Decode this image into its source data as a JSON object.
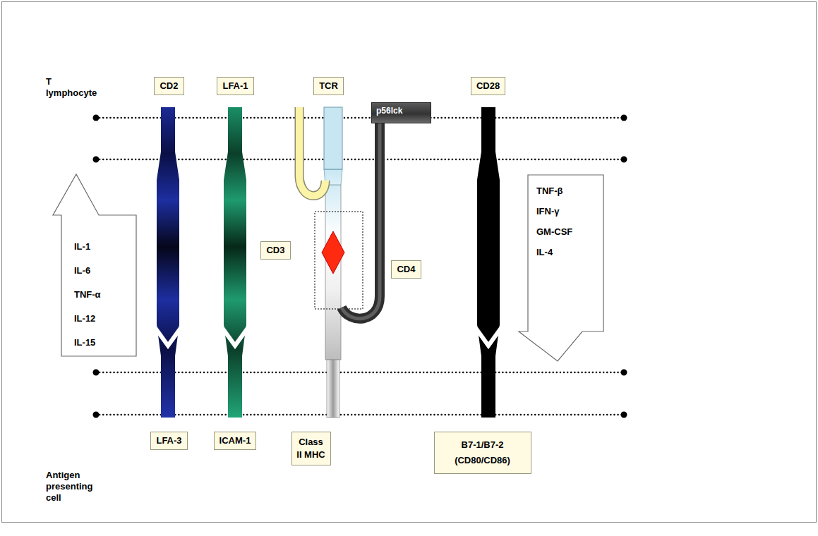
{
  "diagram": {
    "nodes": [
      {
        "text": [
          "CD2"
        ]
      },
      {
        "text": [
          "LFA-1"
        ]
      },
      {
        "text": [
          "TCR"
        ]
      },
      {
        "text": [
          "p56lck"
        ]
      },
      {
        "text": [
          "CD28"
        ]
      },
      {
        "text": [
          "CD3"
        ]
      },
      {
        "text": [
          "CD4"
        ]
      },
      {
        "text": [
          "IL-1",
          "IL-6",
          "TNF-α",
          "IL-12",
          "IL-15"
        ]
      },
      {
        "text": [
          "TNF-β",
          "IFN-γ",
          "GM-CSF",
          "IL-4"
        ]
      },
      {
        "text": [
          "LFA-3"
        ]
      },
      {
        "text": [
          "ICAM-1"
        ]
      },
      {
        "text": [
          "Class II MHC"
        ]
      },
      {
        "text": [
          "B7-1/B7-2 (CD80/CD86)"
        ]
      }
    ],
    "labels": [
      "T lymphocyte",
      "Antigen presenting cell"
    ]
  }
}
